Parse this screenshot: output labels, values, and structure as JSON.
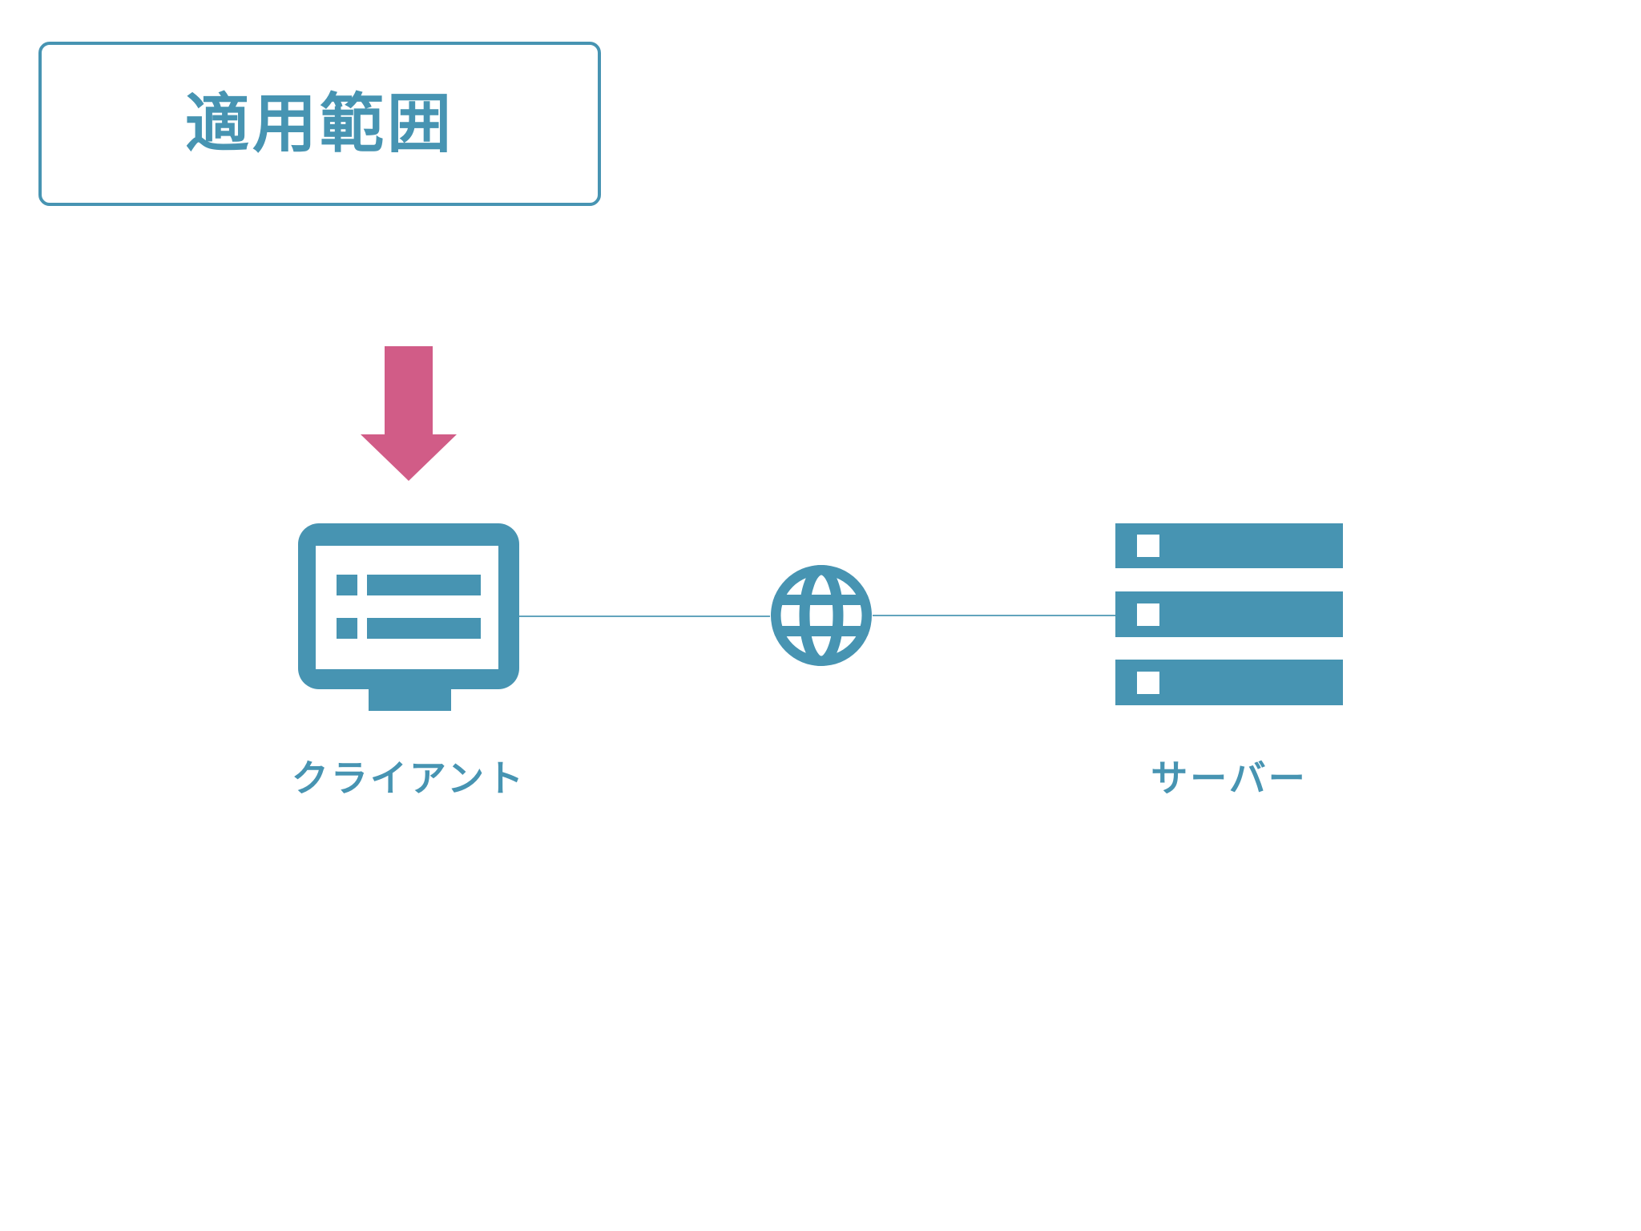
{
  "header": {
    "title": "適用範囲"
  },
  "diagram": {
    "client_label": "クライアント",
    "server_label": "サーバー",
    "nodes": [
      {
        "id": "client",
        "icon": "monitor-icon",
        "label": "クライアント"
      },
      {
        "id": "network",
        "icon": "globe-icon",
        "label": ""
      },
      {
        "id": "server",
        "icon": "server-stack-icon",
        "label": "サーバー"
      }
    ],
    "annotations": [
      {
        "icon": "down-arrow-icon",
        "target": "client",
        "color": "#D15C87"
      }
    ],
    "connectors": [
      {
        "from": "client",
        "to": "network"
      },
      {
        "from": "network",
        "to": "server"
      }
    ]
  },
  "colors": {
    "accent_teal": "#4794B2",
    "accent_pink": "#D15C87",
    "background": "#FFFFFF"
  }
}
